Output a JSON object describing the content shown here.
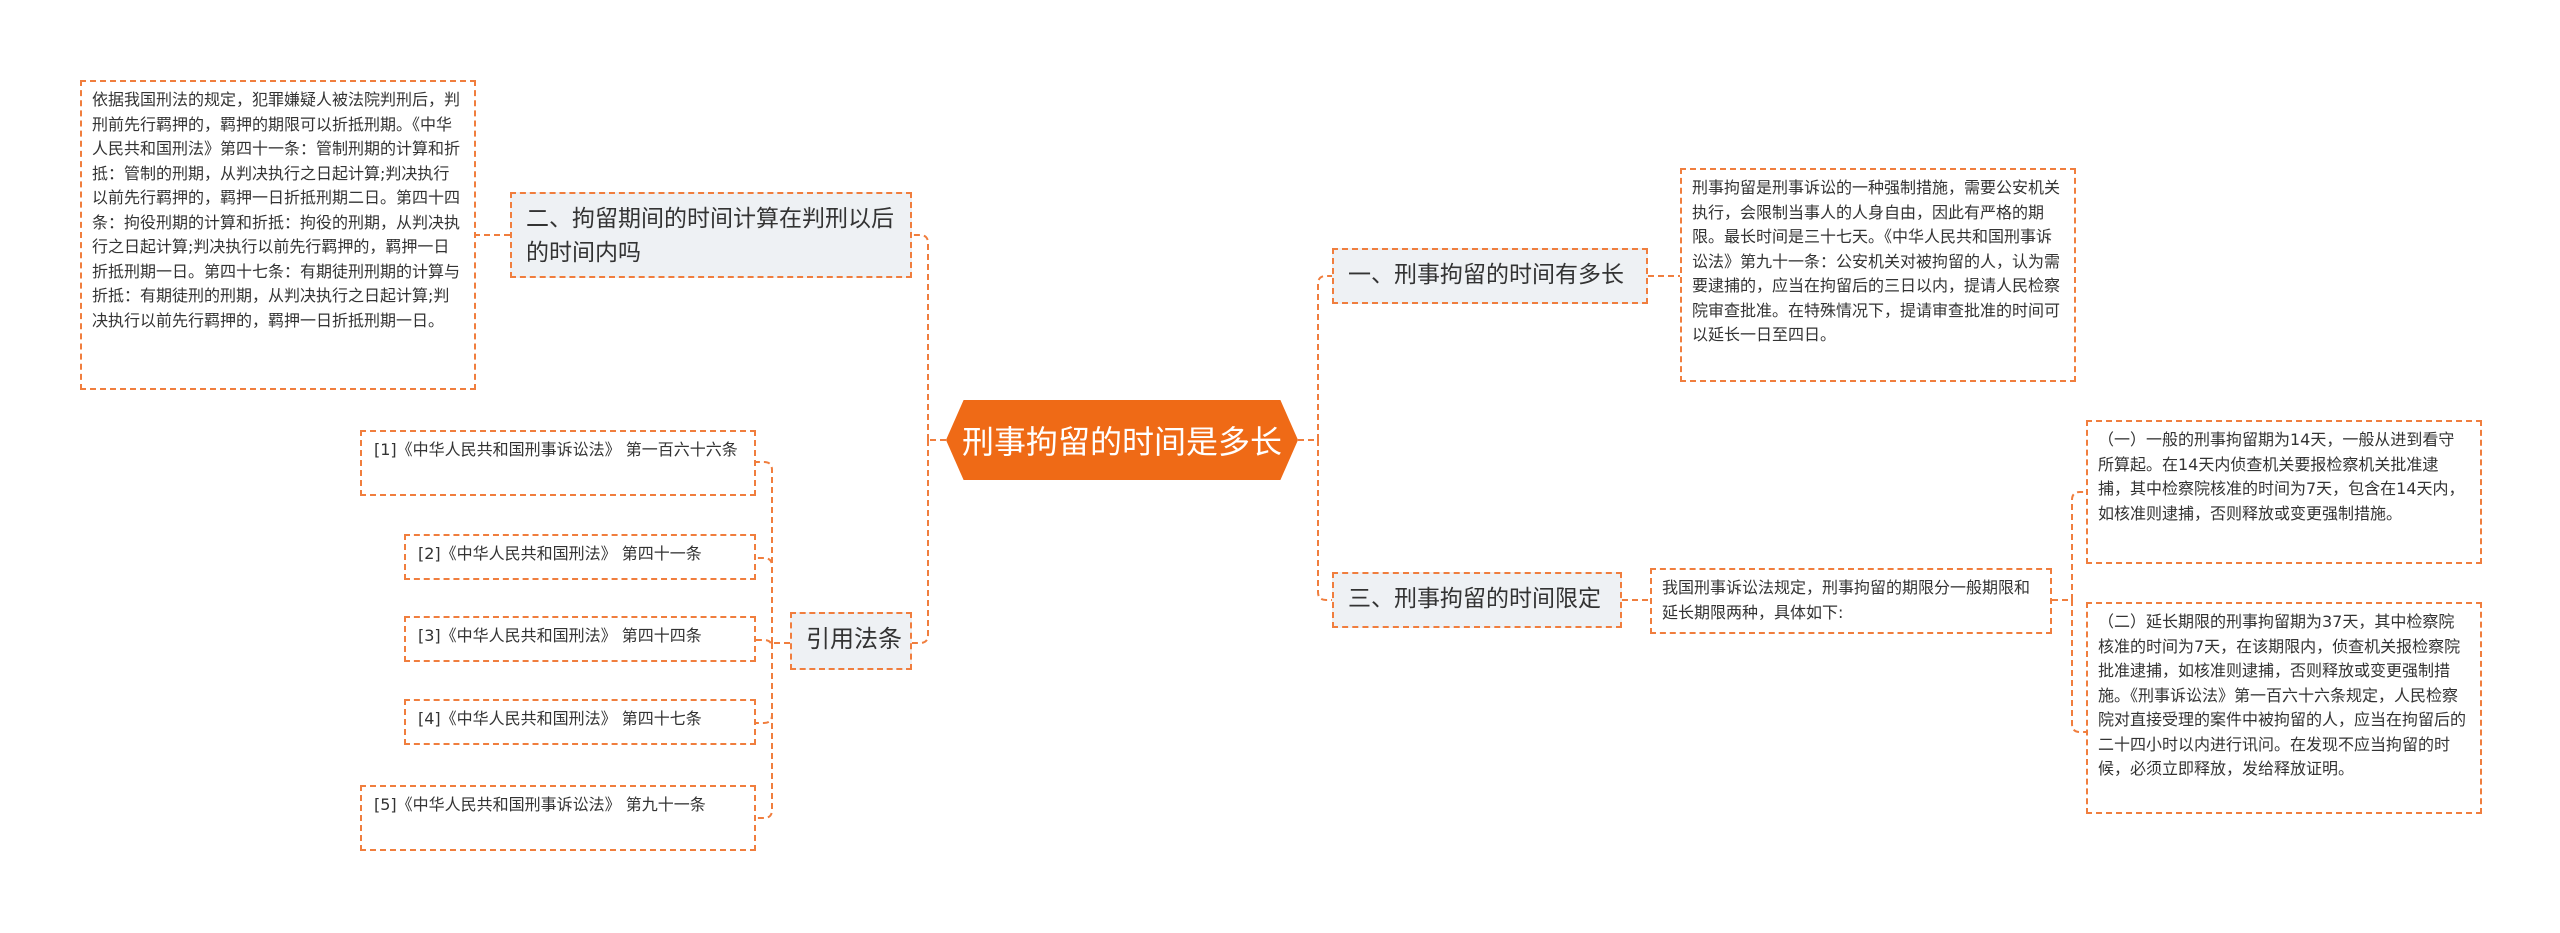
{
  "root": {
    "title": "刑事拘留的时间是多长"
  },
  "right": [
    {
      "label": "一、刑事拘留的时间有多长",
      "detail": "刑事拘留是刑事诉讼的一种强制措施，需要公安机关执行，会限制当事人的人身自由，因此有严格的期限。最长时间是三十七天。《中华人民共和国刑事诉讼法》第九十一条：公安机关对被拘留的人，认为需要逮捕的，应当在拘留后的三日以内，提请人民检察院审查批准。在特殊情况下，提请审查批准的时间可以延长一日至四日。"
    },
    {
      "label": "三、刑事拘留的时间限定",
      "detail": "我国刑事诉讼法规定，刑事拘留的期限分一般期限和延长期限两种，具体如下:",
      "children": [
        "（一）一般的刑事拘留期为14天，一般从进到看守所算起。在14天内侦查机关要报检察机关批准逮捕，其中检察院核准的时间为7天，包含在14天内，如核准则逮捕，否则释放或变更强制措施。",
        "（二）延长期限的刑事拘留期为37天，其中检察院核准的时间为7天，在该期限内，侦查机关报检察院批准逮捕，如核准则逮捕，否则释放或变更强制措施。《刑事诉讼法》第一百六十六条规定，人民检察院对直接受理的案件中被拘留的人，应当在拘留后的二十四小时以内进行讯问。在发现不应当拘留的时候，必须立即释放，发给释放证明。"
      ]
    }
  ],
  "left": [
    {
      "label": "二、拘留期间的时间计算在判刑以后的时间内吗",
      "detail": "依据我国刑法的规定，犯罪嫌疑人被法院判刑后，判刑前先行羁押的，羁押的期限可以折抵刑期。《中华人民共和国刑法》第四十一条：管制刑期的计算和折抵：管制的刑期，从判决执行之日起计算;判决执行以前先行羁押的，羁押一日折抵刑期二日。第四十四条：拘役刑期的计算和折抵：拘役的刑期，从判决执行之日起计算;判决执行以前先行羁押的，羁押一日折抵刑期一日。第四十七条：有期徒刑刑期的计算与折抵：有期徒刑的刑期，从判决执行之日起计算;判决执行以前先行羁押的，羁押一日折抵刑期一日。"
    },
    {
      "label": "引用法条",
      "children": [
        "[1]《中华人民共和国刑事诉讼法》 第一百六十六条",
        "[2]《中华人民共和国刑法》 第四十一条",
        "[3]《中华人民共和国刑法》 第四十四条",
        "[4]《中华人民共和国刑法》 第四十七条",
        "[5]《中华人民共和国刑事诉讼法》 第九十一条"
      ]
    }
  ],
  "colors": {
    "accent": "#ef6a16",
    "line": "#f07e3e",
    "topic_bg": "#eef1f4"
  }
}
